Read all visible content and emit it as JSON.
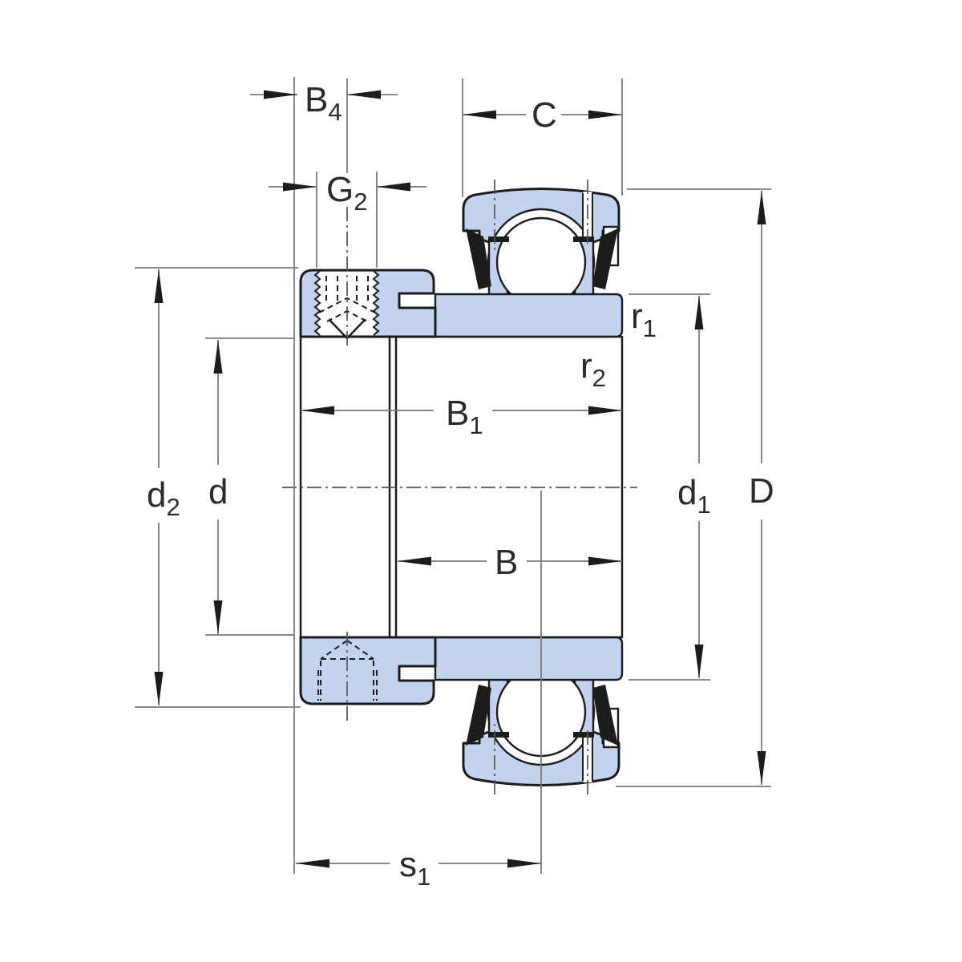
{
  "figure": {
    "kind": "bearing-cross-section-diagram",
    "labels": {
      "b4": {
        "text": "B",
        "sub": "4"
      },
      "g2": {
        "text": "G",
        "sub": "2"
      },
      "c": {
        "text": "C",
        "sub": ""
      },
      "r1": {
        "text": "r",
        "sub": "1"
      },
      "r2": {
        "text": "r",
        "sub": "2"
      },
      "b1": {
        "text": "B",
        "sub": "1"
      },
      "d2": {
        "text": "d",
        "sub": "2"
      },
      "d": {
        "text": "d",
        "sub": ""
      },
      "b": {
        "text": "B",
        "sub": ""
      },
      "d1": {
        "text": "d",
        "sub": "1"
      },
      "dd": {
        "text": "D",
        "sub": ""
      },
      "s1": {
        "text": "s",
        "sub": "1"
      }
    },
    "colors": {
      "part_fill": "#c3d2ee",
      "outline": "#1c1c1c",
      "dim_line": "#7a7a7a",
      "centerline": "#555555",
      "background": "#ffffff"
    }
  }
}
